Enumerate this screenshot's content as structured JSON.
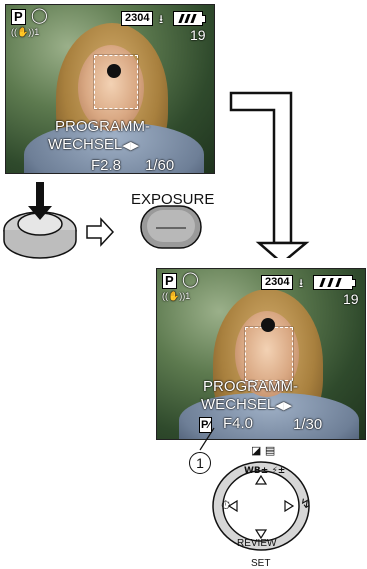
{
  "screen1": {
    "mode": "P",
    "flash_icon": "flash-off-icon",
    "shot_count": "2304",
    "frames_left": "19",
    "stabilizer": "((✋))1",
    "program_shift_line1": "PROGRAMM-",
    "program_shift_line2": "WECHSEL",
    "aperture": "F2.8",
    "shutter": "1/60"
  },
  "screen2": {
    "mode": "P",
    "flash_icon": "flash-off-icon",
    "shot_count": "2304",
    "frames_left": "19",
    "stabilizer": "((✋))1",
    "program_shift_line1": "PROGRAMM-",
    "program_shift_line2": "WECHSEL",
    "shift_indicator": "P∕",
    "aperture": "F4.0",
    "shutter": "1/30"
  },
  "exposure_label": "EXPOSURE",
  "callout_number": "1",
  "dial": {
    "top_icons": "◪ ▤",
    "up_label": "WB± ⚡±",
    "review_label": "REVIEW",
    "set_label": "SET"
  }
}
